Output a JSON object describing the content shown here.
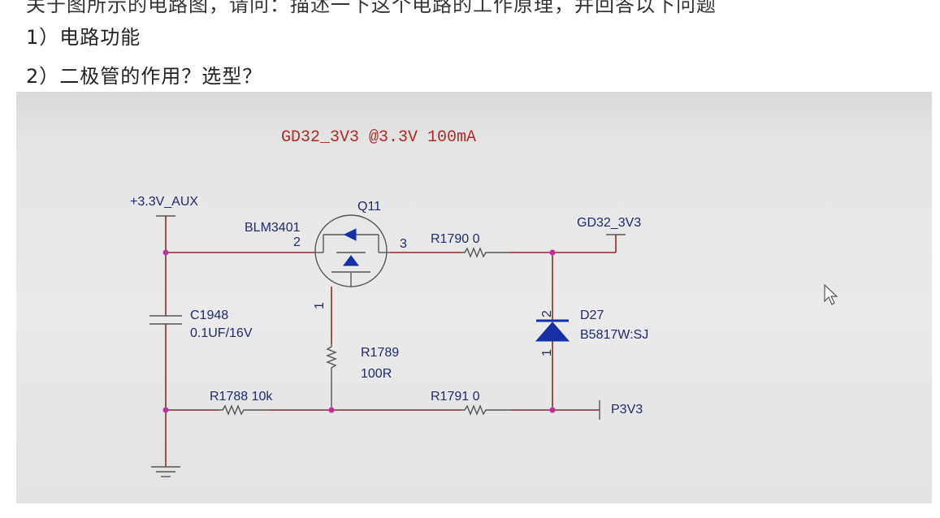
{
  "question": {
    "line0": "关于图所示的电路图，请问：描述一下这个电路的工作原理，并回答以下问题",
    "line1": "1）电路功能",
    "line2": "2）二极管的作用？选型？"
  },
  "schematic": {
    "title": "GD32_3V3 @3.3V   100mA",
    "net_in": "+3.3V_AUX",
    "net_out": "GD32_3V3",
    "net_p3v3": "P3V3",
    "mosfet_ref": "Q11",
    "mosfet_part": "BLM3401",
    "pin_2": "2",
    "pin_3": "3",
    "pin_1_gate": "1",
    "r1790": "R1790  0",
    "c1948_ref": "C1948",
    "c1948_val": "0.1UF/16V",
    "r1789_ref": "R1789",
    "r1789_val": "100R",
    "r1788": "R1788  10k",
    "r1791": "R1791  0",
    "d27_ref": "D27",
    "d27_part": "B5817W:SJ",
    "diode_pin_2": "2",
    "diode_pin_1": "1"
  }
}
